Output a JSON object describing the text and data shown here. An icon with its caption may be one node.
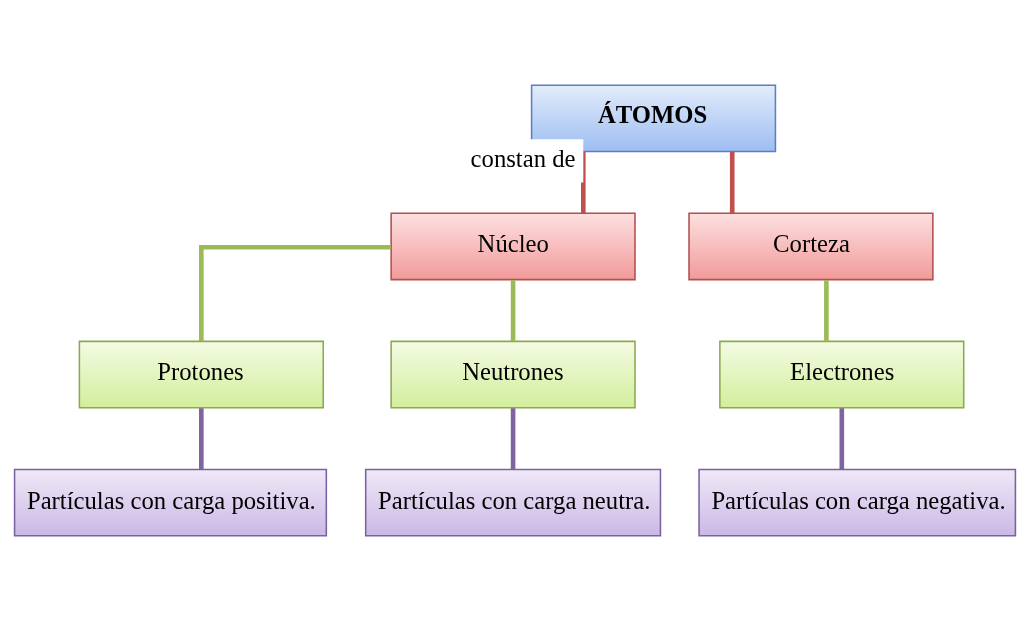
{
  "diagram": {
    "nodes": [
      {
        "text": [
          "ÁTOMOS"
        ]
      },
      {
        "text": [
          "Núcleo"
        ]
      },
      {
        "text": [
          "Corteza"
        ]
      },
      {
        "text": [
          "Protones"
        ]
      },
      {
        "text": [
          "Neutrones"
        ]
      },
      {
        "text": [
          "Electrones"
        ]
      },
      {
        "text": [
          "Partículas con carga positiva."
        ]
      },
      {
        "text": [
          "Partículas con carga neutra."
        ]
      },
      {
        "text": [
          "Partículas con carga negativa."
        ]
      }
    ],
    "edges": [
      {
        "from": 0,
        "to": 1,
        "arrow": "none",
        "label": "constan de",
        "color": "#c0504d"
      },
      {
        "from": 0,
        "to": 2,
        "arrow": "none",
        "color": "#c0504d"
      },
      {
        "from": 1,
        "to": 3,
        "arrow": "none",
        "color": "#9bbb59"
      },
      {
        "from": 1,
        "to": 4,
        "arrow": "none",
        "color": "#9bbb59"
      },
      {
        "from": 2,
        "to": 5,
        "arrow": "none",
        "color": "#9bbb59"
      },
      {
        "from": 3,
        "to": 6,
        "arrow": "none",
        "color": "#8064a2"
      },
      {
        "from": 4,
        "to": 7,
        "arrow": "none",
        "color": "#8064a2"
      },
      {
        "from": 5,
        "to": 8,
        "arrow": "none",
        "color": "#8064a2"
      }
    ]
  }
}
